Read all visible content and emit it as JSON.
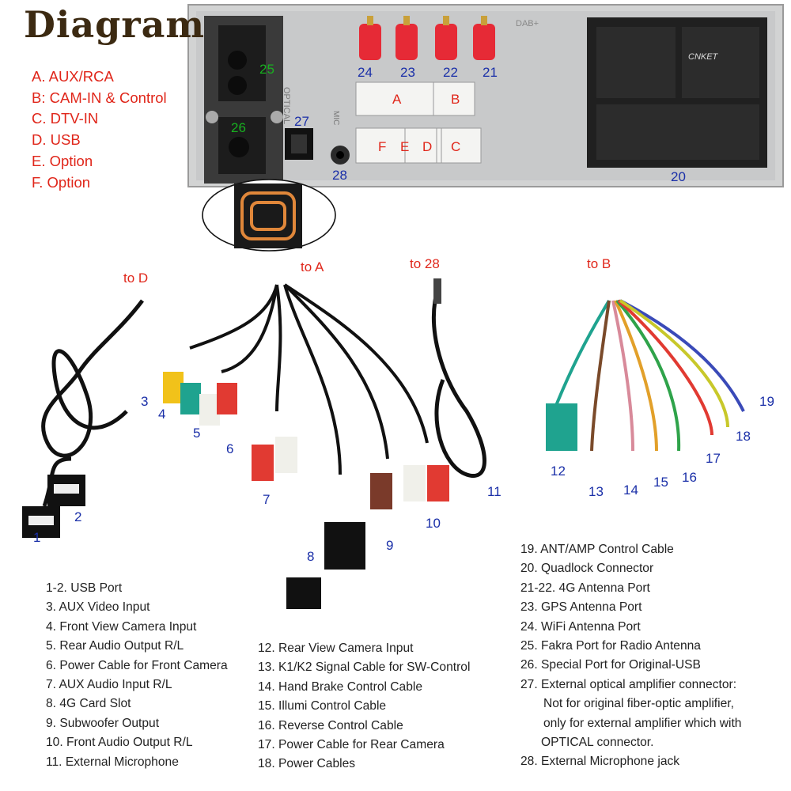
{
  "title": "Diagram",
  "legend": [
    "A. AUX/RCA",
    "B: CAM-IN & Control",
    "C. DTV-IN",
    "D. USB",
    "E. Option",
    "F. Option"
  ],
  "panel": {
    "port_numbers": [
      "25",
      "26",
      "27",
      "28",
      "24",
      "23",
      "22",
      "21",
      "20"
    ],
    "block_labels": [
      "A",
      "B",
      "F",
      "E",
      "D",
      "C"
    ],
    "panel_text": [
      "OPTICAL",
      "MIC",
      "CNKET",
      "DAB+"
    ]
  },
  "cable_targets": [
    "to D",
    "to A",
    "to 28",
    "to B"
  ],
  "cable_numbers": [
    "1",
    "2",
    "3",
    "4",
    "5",
    "6",
    "7",
    "8",
    "9",
    "10",
    "11",
    "12",
    "13",
    "14",
    "15",
    "16",
    "17",
    "18",
    "19"
  ],
  "descriptions": {
    "col1": [
      "1-2. USB Port",
      "3. AUX Video Input",
      "4. Front View Camera Input",
      "5. Rear Audio Output R/L",
      "6. Power Cable for Front Camera",
      "7. AUX Audio Input R/L",
      "8. 4G Card Slot",
      "9. Subwoofer Output",
      "10. Front Audio Output R/L",
      "11. External Microphone"
    ],
    "col2": [
      "12. Rear View Camera Input",
      "13. K1/K2 Signal Cable for SW-Control",
      "14. Hand Brake Control Cable",
      "15. Illumi Control Cable",
      "16. Reverse Control Cable",
      "17. Power Cable for Rear Camera",
      "18. Power Cables"
    ],
    "col3": [
      "19. ANT/AMP Control Cable",
      "20. Quadlock Connector",
      "21-22. 4G Antenna Port",
      "23. GPS Antenna Port",
      "24. WiFi Antenna Port",
      "25. Fakra Port for Radio Antenna",
      "26. Special Port for Original-USB",
      "27. External optical amplifier connector:",
      "Not for original fiber-optic amplifier,",
      "only for external amplifier which with",
      "OPTICAL connector.",
      "28. External Microphone jack"
    ]
  },
  "colors": {
    "title": "#3c2a12",
    "legend": "#e0261a",
    "numbers": "#1a2fa8",
    "panel": "#cfd0d0",
    "port_green": "#18b020"
  }
}
